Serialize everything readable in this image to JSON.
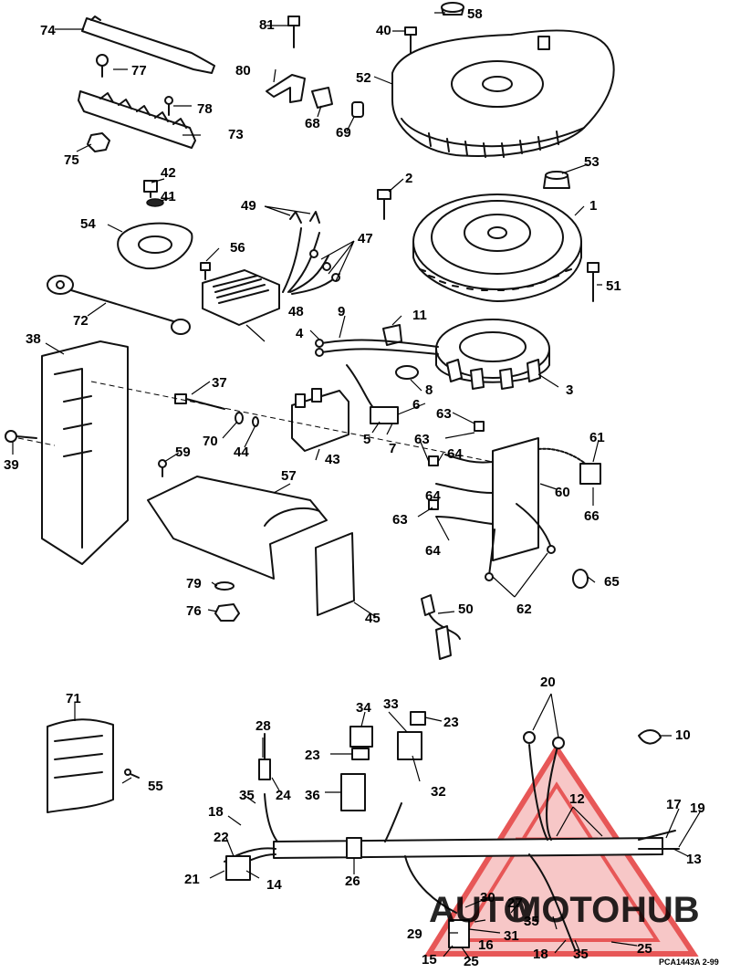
{
  "diagram": {
    "labels": [
      "74",
      "81",
      "58",
      "40",
      "77",
      "80",
      "52",
      "78",
      "73",
      "68",
      "69",
      "75",
      "53",
      "42",
      "2",
      "41",
      "49",
      "1",
      "47",
      "54",
      "56",
      "51",
      "72",
      "48",
      "9",
      "11",
      "4",
      "38",
      "37",
      "3",
      "8",
      "6",
      "63",
      "61",
      "70",
      "44",
      "43",
      "5",
      "7",
      "39",
      "59",
      "64",
      "60",
      "57",
      "66",
      "63b",
      "64b",
      "63c",
      "64c",
      "65",
      "79",
      "62",
      "76",
      "50",
      "45",
      "71",
      "20",
      "34",
      "33",
      "23",
      "10",
      "28",
      "23b",
      "55",
      "35",
      "32",
      "24",
      "36",
      "17",
      "12",
      "19",
      "18",
      "13",
      "22",
      "21",
      "14",
      "26",
      "30",
      "27",
      "35b",
      "25",
      "29",
      "31",
      "16",
      "18b",
      "35c",
      "15",
      "25b"
    ],
    "code": "PCA1443A  2-99"
  },
  "watermark": {
    "text_a": "AUTO",
    "text_b": "MOTO",
    "text_c": "HUB",
    "color_red": "#e02020",
    "color_gold": "#f2b21a",
    "color_gray": "#9a9a9a"
  }
}
